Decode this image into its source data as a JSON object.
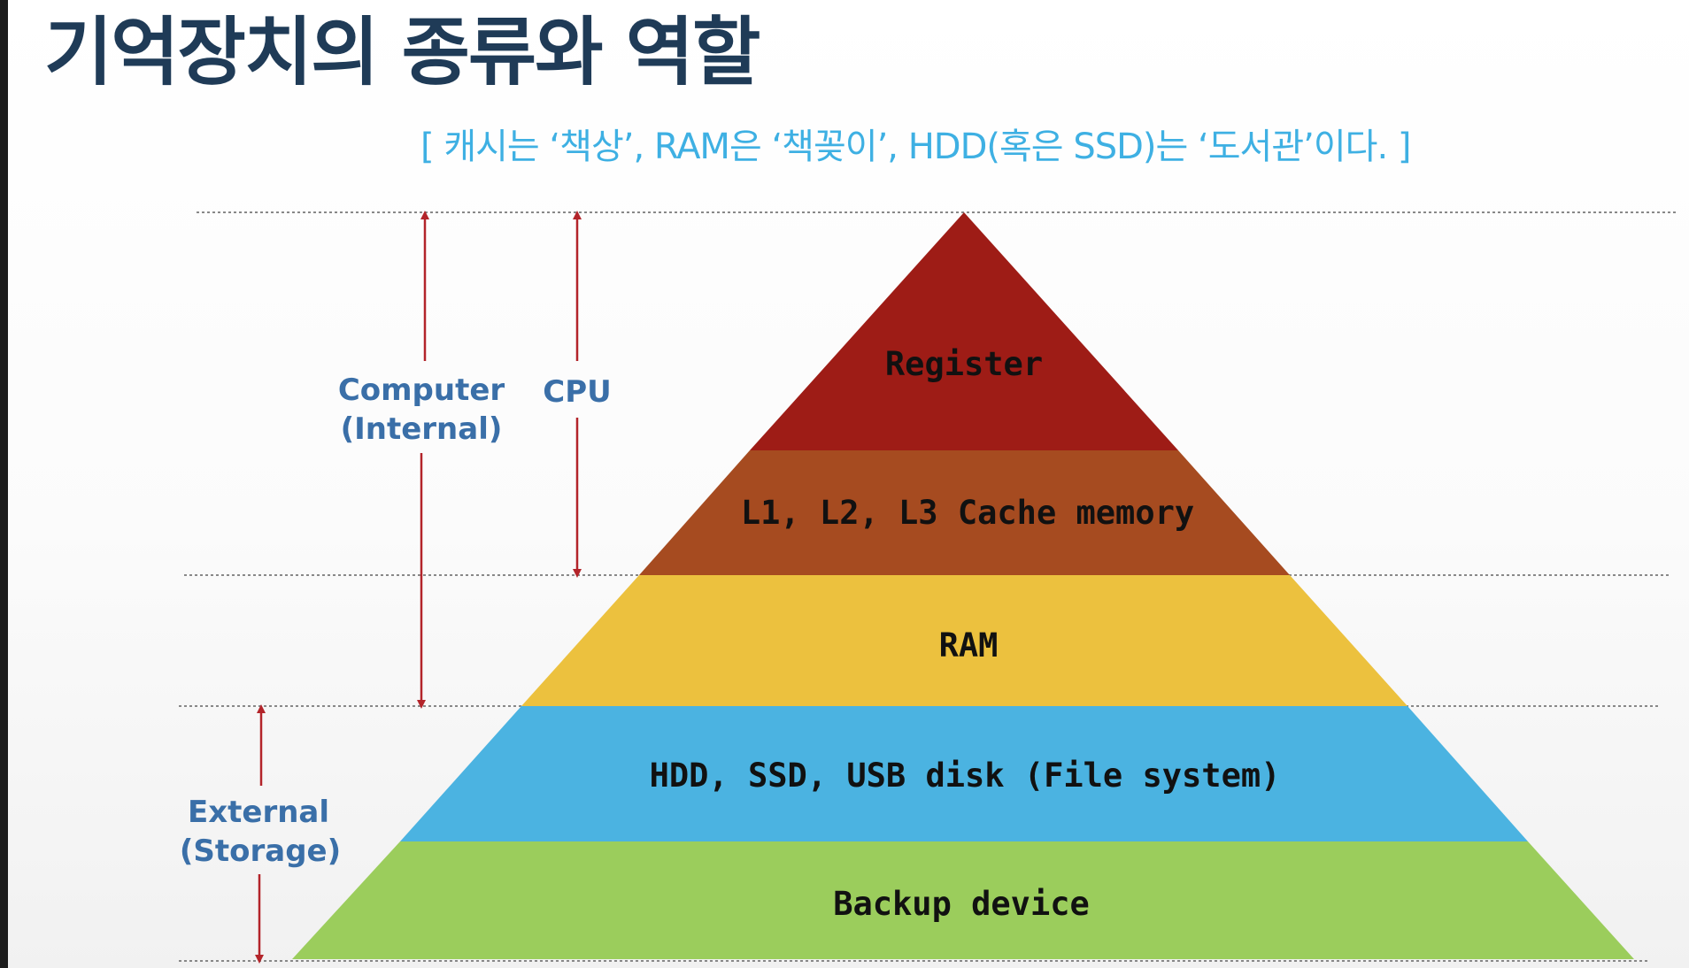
{
  "title": "기억장치의 종류와 역할",
  "subtitle": "[ 캐시는 ‘책상’, RAM은 ‘책꽂이’, HDD(혹은 SSD)는 ‘도서관’이다. ]",
  "pyramid": {
    "layers": [
      {
        "label": "Register",
        "color": "#9e1c16"
      },
      {
        "label": "L1, L2, L3 Cache memory",
        "color": "#a64b20"
      },
      {
        "label": "RAM",
        "color": "#ecc13e"
      },
      {
        "label": "HDD, SSD, USB disk (File system)",
        "color": "#4bb3e1"
      },
      {
        "label": "Backup device",
        "color": "#9bcd5c"
      }
    ]
  },
  "ranges": {
    "computer": {
      "line1": "Computer",
      "line2": "(Internal)"
    },
    "cpu": {
      "label": "CPU"
    },
    "external": {
      "line1": "External",
      "line2": "(Storage)"
    }
  },
  "colors": {
    "title": "#1f3b57",
    "subtitle": "#3eb0e3",
    "range_text": "#3a6fa8",
    "arrow": "#b3242a",
    "guide_line": "#888888"
  }
}
